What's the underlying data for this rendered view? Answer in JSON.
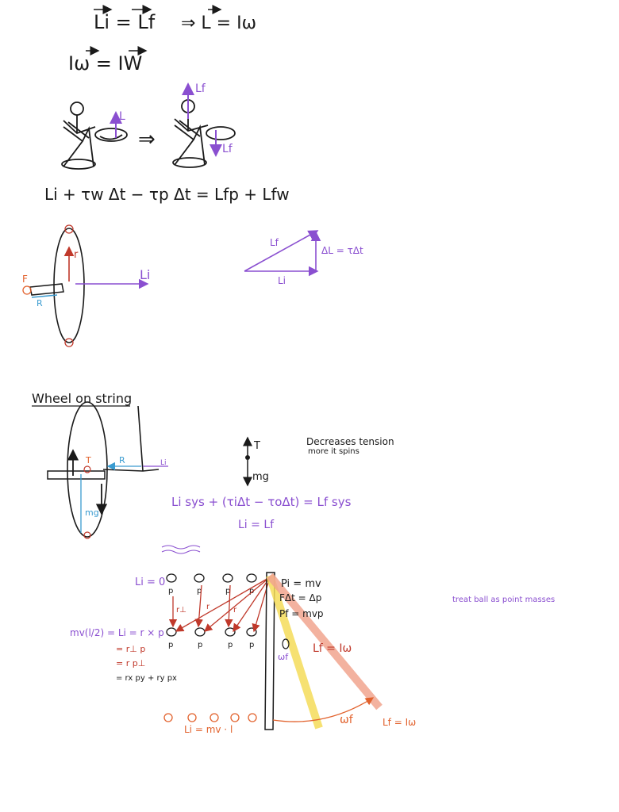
{
  "colors": {
    "ink": "#1a1a1a",
    "purple": "#8a4fd0",
    "red": "#c0392b",
    "orange": "#e2622d",
    "blue": "#3a9bd0",
    "yellow": "#f5dc5a",
    "salmon": "#f2a58f"
  },
  "section1": {
    "eq1_left": "Li = Lf",
    "eq1_right": "⇒ L = Iω",
    "eq2": "Iω = IW",
    "fig_left_L": "L",
    "fig_right_Lf_top": "Lf",
    "fig_right_Lf_bottom": "Lf",
    "arrow": "⇒",
    "eq3": "Li + τw Δt − τp Δt = Lfp + Lfw"
  },
  "section2": {
    "wheel_F": "F",
    "wheel_R": "R",
    "wheel_r": "r",
    "wheel_Li": "Li",
    "tri_Lf": "Lf",
    "tri_Li": "Li",
    "tri_dL": "ΔL = τΔt"
  },
  "section3": {
    "heading": "Wheel on string",
    "T_label": "T",
    "R_label": "R",
    "Li_label": "Li",
    "mg_label": "mg",
    "fbd_T": "T",
    "fbd_mg": "mg",
    "note_line1": "Decreases tension",
    "note_line2": "more it spins",
    "eq_sys": "Li sys + (τiΔt − τoΔt) = Lf sys",
    "eq_li_lf": "Li = Lf"
  },
  "section4": {
    "Li_zero": "Li = 0",
    "r_perp": "r⊥",
    "r": "r",
    "r_label_b": "r",
    "p_label": "p",
    "eq_main": "mv(l/2) = Li = r × p",
    "eq_a": "= r⊥ p",
    "eq_b": "= r p⊥",
    "eq_c": "= rx py + ry px",
    "pi_eq": "Pi = mv",
    "fdt_eq": "FΔt = Δp",
    "pf_eq": "Pf = mvp",
    "omega_f_small": "ωf",
    "lf_eq": "Lf = Iω",
    "note": "treat ball as point masses",
    "li_bottom": "Li = mv · l",
    "omega_f": "ωf",
    "lf_eq_bottom": "Lf = Iω"
  }
}
